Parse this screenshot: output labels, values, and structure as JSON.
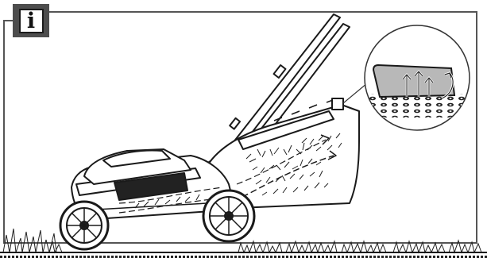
{
  "notice": {
    "badge_glyph": "i",
    "badge_icon": "information-icon"
  },
  "illustration": {
    "subject": "lawn-mower-with-grass-collection-bag",
    "detail_callout": "fill-level-indicator-flap",
    "colors": {
      "line": "#1a1a1a",
      "frame": "#555555",
      "badge": "#4d4d4d",
      "indicator_window": "#b8b8b8",
      "background": "#ffffff"
    }
  }
}
